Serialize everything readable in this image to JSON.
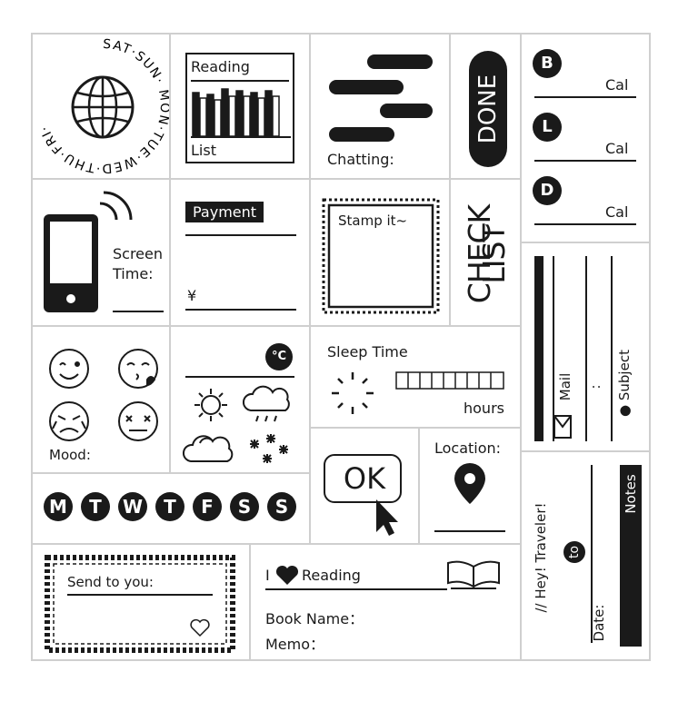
{
  "weekdays_ring": {
    "text": "SAT·SUN· MON·TUE·WED·THU·FRI·"
  },
  "reading_chart": {
    "title": "Reading",
    "label": "List"
  },
  "chatting": {
    "label": "Chatting:"
  },
  "done": {
    "label": "DONE"
  },
  "meals": {
    "items": [
      {
        "letter": "B",
        "unit": "Cal"
      },
      {
        "letter": "L",
        "unit": "Cal"
      },
      {
        "letter": "D",
        "unit": "Cal"
      }
    ]
  },
  "screen_time": {
    "label_line1": "Screen",
    "label_line2": "Time:"
  },
  "payment": {
    "title": "Payment",
    "currency": "¥"
  },
  "stamp": {
    "label": "Stamp it~"
  },
  "checklist": {
    "line1": "CHECK",
    "line2": "LIST"
  },
  "mail": {
    "mail_label": "Mail",
    "separator": ":",
    "subject_label": "● Subject"
  },
  "mood": {
    "label": "Mood:"
  },
  "weather": {
    "temp_unit": "°C"
  },
  "sleep": {
    "title": "Sleep Time",
    "unit": "hours"
  },
  "ok": {
    "label": "OK"
  },
  "location": {
    "label": "Location:"
  },
  "week_letters": [
    "M",
    "T",
    "W",
    "T",
    "F",
    "S",
    "S"
  ],
  "traveler": {
    "greeting": "// Hey! Traveler!",
    "to": "to",
    "date": "Date:",
    "notes": "Notes"
  },
  "send": {
    "label": "Send to you:"
  },
  "reading_log": {
    "i": "I",
    "reading": "Reading",
    "book_name": "Book Name：",
    "memo": "Memo："
  }
}
